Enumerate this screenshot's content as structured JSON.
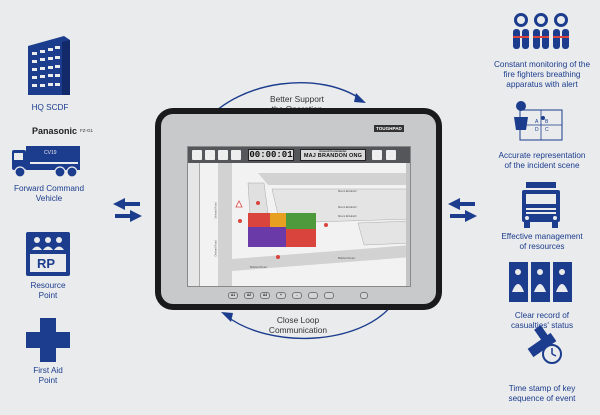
{
  "left_labels": {
    "hq": "HQ SCDF",
    "fcv_line1": "Forward Command",
    "fcv_line2": "Vehicle",
    "fcv_truck_text": "CV19",
    "rp_line1": "Resource",
    "rp_line2": "Point",
    "rp_icon_text": "RP",
    "fap_line1": "First Aid",
    "fap_line2": "Point"
  },
  "right_labels": {
    "monitoring_line1": "Constant monitoring of the",
    "monitoring_line2": "fire fighters breathing",
    "monitoring_line3": "apparatus with alert",
    "scene_line1": "Accurate representation",
    "scene_line2": "of the incident scene",
    "scene_grid_a": "A",
    "scene_grid_b": "B",
    "scene_grid_c": "C",
    "scene_grid_d": "D",
    "resources_line1": "Effective management",
    "resources_line2": "of resources",
    "casualties_line1": "Clear record of",
    "casualties_line2": "casualties' status",
    "timestamp_line1": "Time stamp of key",
    "timestamp_line2": "sequence of event"
  },
  "cycle": {
    "top_line1": "Better Support",
    "top_line2": "the Operation",
    "bottom_line1": "Close Loop",
    "bottom_line2": "Communication"
  },
  "tablet": {
    "brand": "Panasonic",
    "model": "FZ-G1",
    "badge": "TOUGHPAD",
    "timer": "00:00:01",
    "gc_title": "Ground Commander",
    "gc_name": "MAJ BRANDON ONG",
    "hw_buttons": [
      "A1",
      "A2",
      "A3",
      "+",
      "-"
    ],
    "map_labels": {
      "road_1": "Mount Elizabeth",
      "road_2": "Mount Elizabeth",
      "road_3": "Mount Elizabeth",
      "road_4": "Orchard Road",
      "road_5": "Orchard Road",
      "road_6": "Bideford Road",
      "road_7": "Bideford Road"
    }
  },
  "colors": {
    "navy": "#1c3c8e",
    "zone_red": "#d9443c",
    "zone_green": "#4c9a3c",
    "zone_purple": "#6a3aa8",
    "zone_orange": "#e8a020"
  }
}
